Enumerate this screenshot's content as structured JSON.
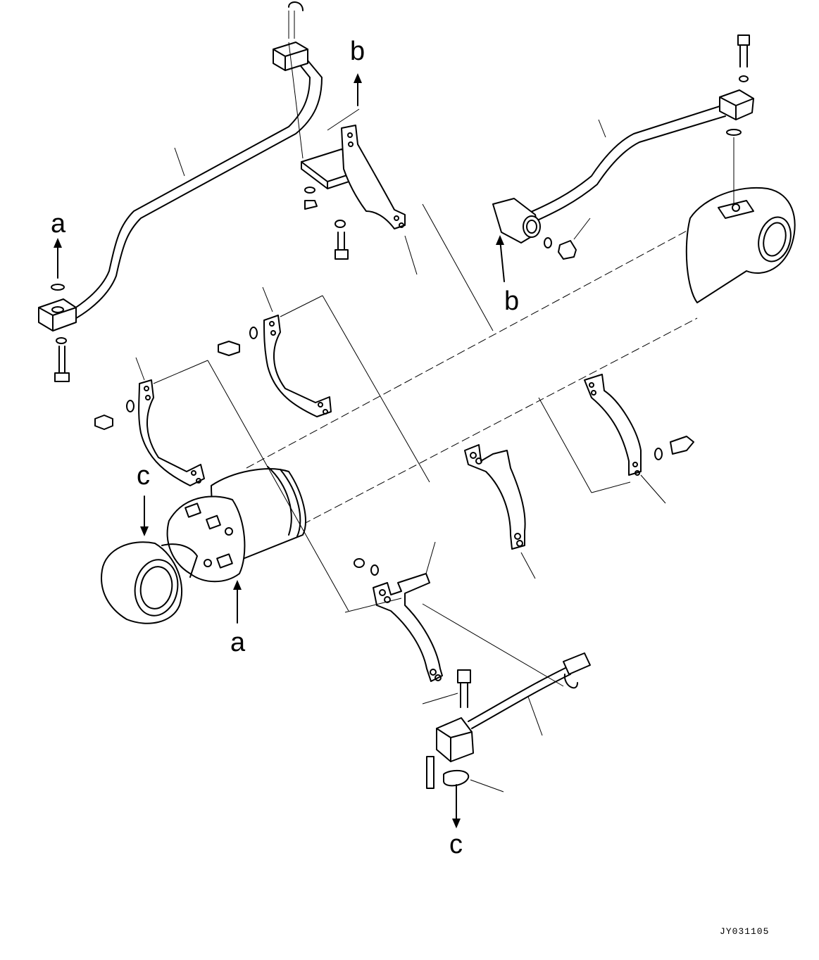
{
  "diagram": {
    "callouts": {
      "a_top": "a",
      "a_bottom": "a",
      "b_top": "b",
      "b_bottom": "b",
      "c_left": "c",
      "c_bottom": "c"
    },
    "drawing_code": "JY031105"
  }
}
